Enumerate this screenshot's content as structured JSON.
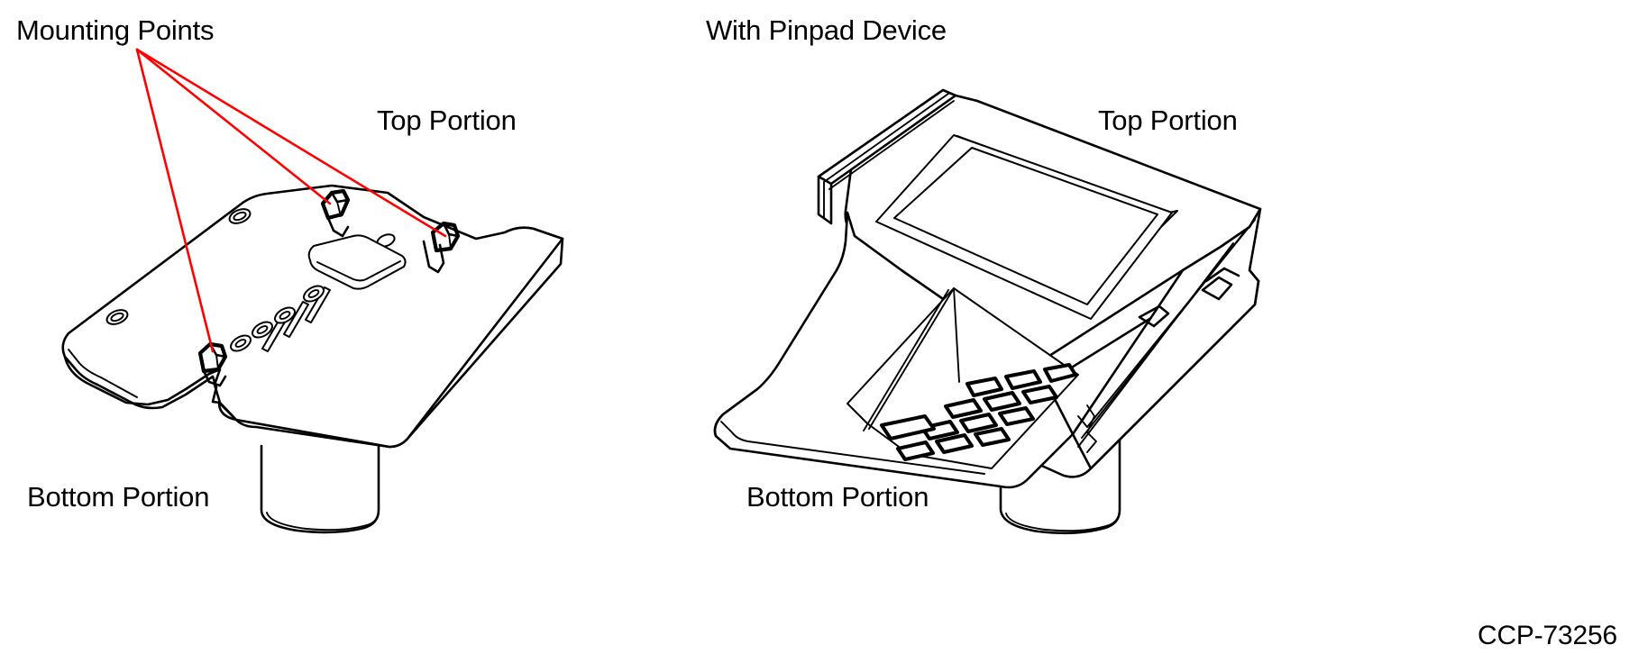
{
  "drawing": {
    "number": "CCP-73256",
    "accent_color": "#ff0000",
    "line_color": "#000000",
    "background_color": "#ffffff"
  },
  "figures": [
    {
      "id": "mounting-plate",
      "title": "",
      "labels": {
        "callout": "Mounting Points",
        "top": "Top Portion",
        "bottom": "Bottom Portion"
      },
      "callout_targets": 3
    },
    {
      "id": "pinpad-assembly",
      "title": "With Pinpad Device",
      "labels": {
        "top": "Top Portion",
        "bottom": "Bottom Portion"
      }
    }
  ],
  "left_figure": {
    "mounting_points_label": "Mounting Points",
    "top_portion_label": "Top Portion",
    "bottom_portion_label": "Bottom Portion"
  },
  "right_figure": {
    "header_label": "With Pinpad Device",
    "top_portion_label": "Top Portion",
    "bottom_portion_label": "Bottom Portion"
  },
  "footer": {
    "drawing_number": "CCP-73256"
  }
}
